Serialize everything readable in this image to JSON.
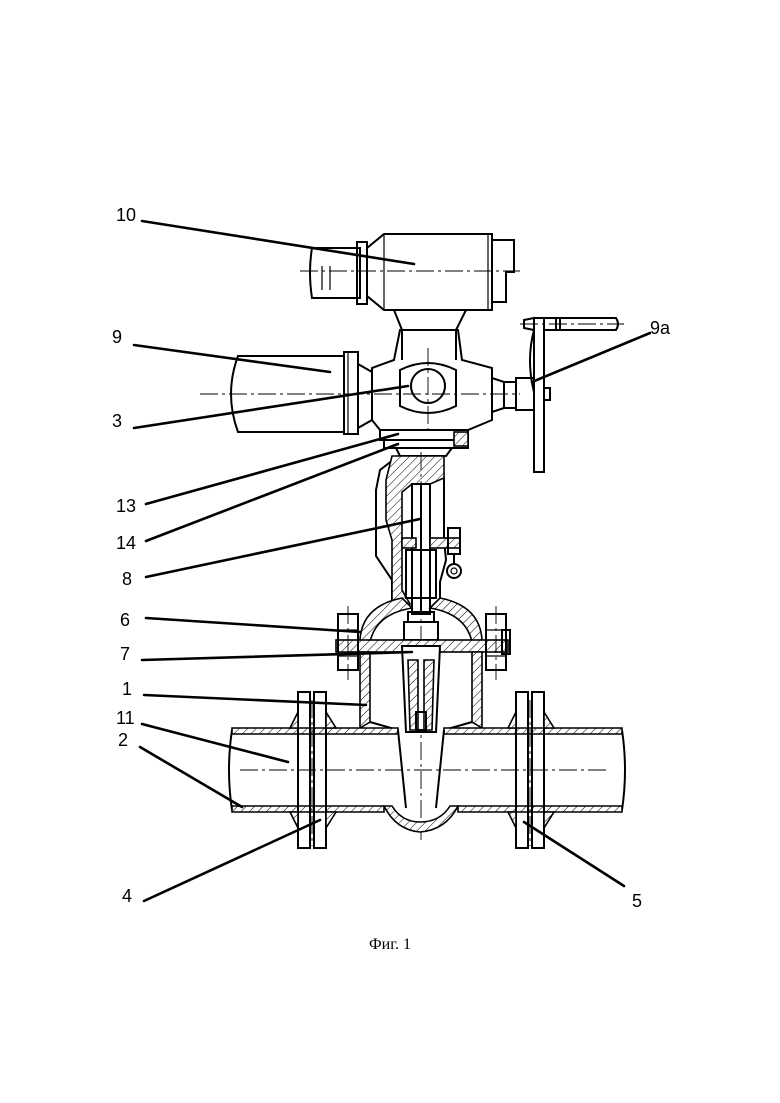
{
  "figure": {
    "caption": "Фиг. 1",
    "callouts": [
      {
        "id": "10",
        "text": "10"
      },
      {
        "id": "9",
        "text": "9"
      },
      {
        "id": "9a",
        "text": "9а"
      },
      {
        "id": "3",
        "text": "3"
      },
      {
        "id": "13",
        "text": "13"
      },
      {
        "id": "14",
        "text": "14"
      },
      {
        "id": "8",
        "text": "8"
      },
      {
        "id": "6",
        "text": "6"
      },
      {
        "id": "7",
        "text": "7"
      },
      {
        "id": "1",
        "text": "1"
      },
      {
        "id": "11",
        "text": "11"
      },
      {
        "id": "2",
        "text": "2"
      },
      {
        "id": "4",
        "text": "4"
      },
      {
        "id": "5",
        "text": "5"
      }
    ]
  }
}
